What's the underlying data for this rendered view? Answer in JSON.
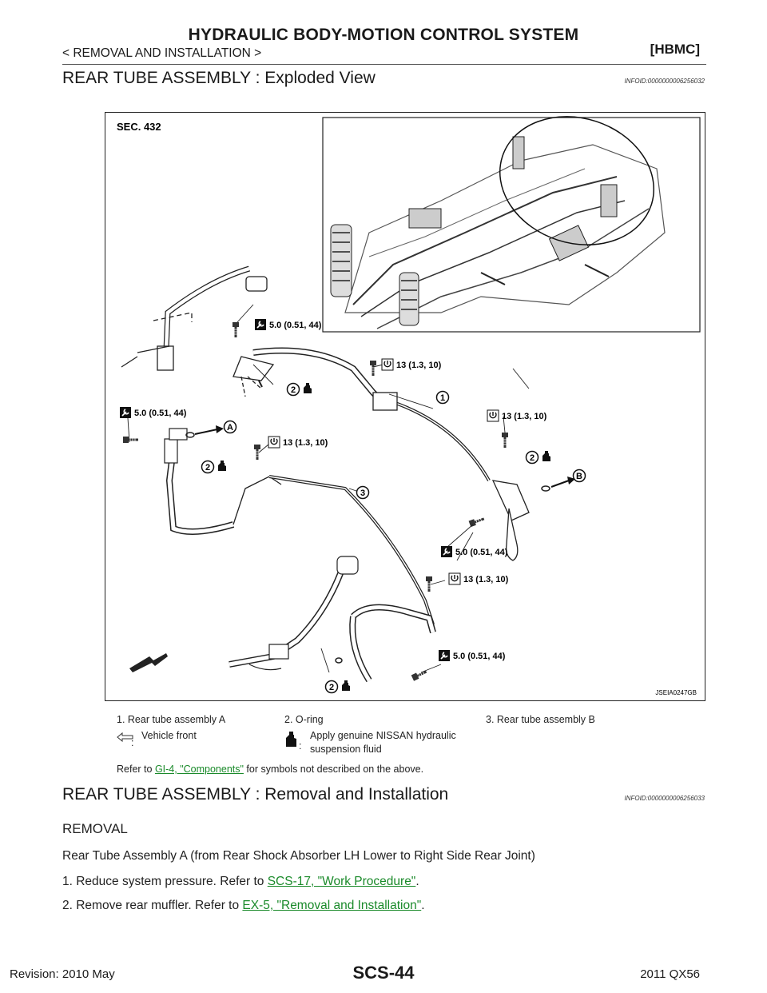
{
  "header": {
    "title": "HYDRAULIC BODY-MOTION CONTROL SYSTEM",
    "section": "< REMOVAL AND INSTALLATION >",
    "code": "[HBMC]"
  },
  "exploded": {
    "title": "REAR TUBE ASSEMBLY : Exploded View",
    "infoid": "INFOID:0000000006256032"
  },
  "figure": {
    "sec": "SEC. 432",
    "fig_id": "JSEIA0247GB",
    "torque_a": "5.0 (0.51, 44)",
    "torque_b": "13 (1.3, 10)",
    "callouts": [
      "1",
      "2",
      "3",
      "A",
      "B"
    ]
  },
  "legend": {
    "item1": "1.   Rear tube assembly A",
    "item2": "2.   O-ring",
    "item3": "3.   Rear tube assembly B",
    "vehicle_front": "Vehicle front",
    "colon": ":",
    "fluid_line1": "Apply genuine NISSAN hydraulic",
    "fluid_line2": "suspension fluid",
    "refer_prefix": "Refer to ",
    "refer_link": "GI-4, \"Components\"",
    "refer_suffix": " for symbols not described on the above."
  },
  "removal": {
    "title": "REAR TUBE ASSEMBLY : Removal and Installation",
    "infoid": "INFOID:0000000006256033",
    "subhead": "REMOVAL",
    "intro": "Rear Tube Assembly A (from Rear Shock Absorber LH Lower to Right Side Rear Joint)",
    "step1_text": "1.   Reduce system pressure. Refer to ",
    "step1_link": "SCS-17, \"Work Procedure\"",
    "step2_text": "2.   Remove rear muffler. Refer to ",
    "step2_link": "EX-5, \"Removal and Installation\"",
    "period": "."
  },
  "footer": {
    "revision": "Revision: 2010 May",
    "page": "SCS-44",
    "model": "2011 QX56"
  }
}
